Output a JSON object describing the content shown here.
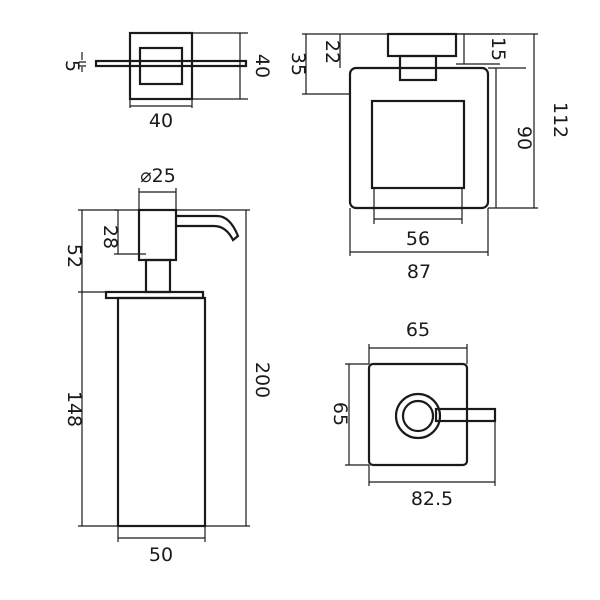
{
  "dimensions": {
    "holder_side": {
      "h1": "5",
      "w": "40",
      "h2": "40"
    },
    "holder_front": {
      "h_outer": "35",
      "h_inner": "22",
      "h_right": "15",
      "w_inner": "56",
      "w_outer": "87",
      "h_frame": "90",
      "h_total": "112"
    },
    "dispenser": {
      "diameter": "⌀25",
      "h_head": "28",
      "h_top": "52",
      "h_body": "148",
      "h_total": "200",
      "w_body": "50"
    },
    "hook": {
      "w_top": "65",
      "h_left": "65",
      "w_bottom": "82.5"
    }
  }
}
